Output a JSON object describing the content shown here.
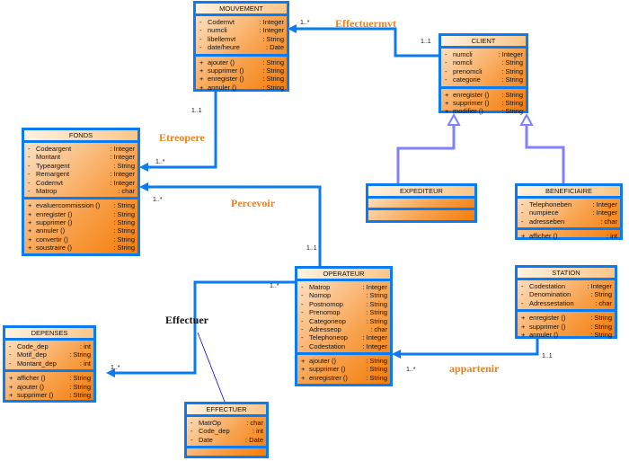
{
  "classes": {
    "mouvement": {
      "name": "MOUVEMENT",
      "attributes": [
        {
          "vis": "-",
          "name": "Codemvt",
          "type": ": Integer"
        },
        {
          "vis": "-",
          "name": "numcli",
          "type": ": Integer"
        },
        {
          "vis": "-",
          "name": "libellemvt",
          "type": ": String"
        },
        {
          "vis": "-",
          "name": "date/heure",
          "type": ": Date"
        }
      ],
      "operations": [
        {
          "vis": "+",
          "name": "ajouter ()",
          "type": ": String"
        },
        {
          "vis": "+",
          "name": "supprimer ()",
          "type": ": String"
        },
        {
          "vis": "+",
          "name": "enregister ()",
          "type": ": String"
        },
        {
          "vis": "+",
          "name": "annuler ()",
          "type": ": String"
        }
      ]
    },
    "client": {
      "name": "CLIENT",
      "attributes": [
        {
          "vis": "-",
          "name": "numcli",
          "type": ": Integer"
        },
        {
          "vis": "-",
          "name": "nomcli",
          "type": ": String"
        },
        {
          "vis": "-",
          "name": "prenomcli",
          "type": ": String"
        },
        {
          "vis": "-",
          "name": "categorie",
          "type": ": String"
        }
      ],
      "operations": [
        {
          "vis": "+",
          "name": "enregister ()",
          "type": ": String"
        },
        {
          "vis": "+",
          "name": "supprimer ()",
          "type": ": String"
        },
        {
          "vis": "+",
          "name": "modifier ()",
          "type": ": String"
        }
      ]
    },
    "fonds": {
      "name": "FONDS",
      "attributes": [
        {
          "vis": "-",
          "name": "Codeargent",
          "type": ": Integer"
        },
        {
          "vis": "-",
          "name": "Montant",
          "type": ": Integer"
        },
        {
          "vis": "-",
          "name": "Typeargent",
          "type": ": String"
        },
        {
          "vis": "-",
          "name": "Remargent",
          "type": ": Integer"
        },
        {
          "vis": "-",
          "name": "Codemvt",
          "type": ": Integer"
        },
        {
          "vis": "-",
          "name": "Matrop",
          "type": ": char"
        }
      ],
      "operations": [
        {
          "vis": "+",
          "name": "evaluercommission ()",
          "type": ": String"
        },
        {
          "vis": "+",
          "name": "enregister ()",
          "type": ": String"
        },
        {
          "vis": "+",
          "name": "supprimer ()",
          "type": ": String"
        },
        {
          "vis": "+",
          "name": "annuler ()",
          "type": ": String"
        },
        {
          "vis": "+",
          "name": "convertir ()",
          "type": ": String"
        },
        {
          "vis": "+",
          "name": "soustraire ()",
          "type": ": String"
        }
      ]
    },
    "expediteur": {
      "name": "EXPEDITEUR",
      "attributes": [],
      "operations": []
    },
    "beneficiaire": {
      "name": "BENEFICIAIRE",
      "attributes": [
        {
          "vis": "-",
          "name": "Telephoneben",
          "type": ": Integer"
        },
        {
          "vis": "-",
          "name": "numpiece",
          "type": ": Integer"
        },
        {
          "vis": "-",
          "name": "adresseben",
          "type": ": char"
        }
      ],
      "operations": [
        {
          "vis": "+",
          "name": "afficher ()",
          "type": ": int"
        }
      ]
    },
    "operateur": {
      "name": "OPERATEUR",
      "attributes": [
        {
          "vis": "-",
          "name": "Matrop",
          "type": ": Integer"
        },
        {
          "vis": "-",
          "name": "Nomop",
          "type": ": String"
        },
        {
          "vis": "-",
          "name": "Postnomop",
          "type": ": String"
        },
        {
          "vis": "-",
          "name": "Prenomop",
          "type": ": String"
        },
        {
          "vis": "-",
          "name": "Categorieop",
          "type": ": String"
        },
        {
          "vis": "-",
          "name": "Adresseop",
          "type": ": char"
        },
        {
          "vis": "-",
          "name": "Telephoneop",
          "type": ": Integer"
        },
        {
          "vis": "-",
          "name": "Codestation",
          "type": ": Integer"
        }
      ],
      "operations": [
        {
          "vis": "+",
          "name": "ajouter ()",
          "type": ": String"
        },
        {
          "vis": "+",
          "name": "supprimer ()",
          "type": ": String"
        },
        {
          "vis": "+",
          "name": "enregistrer ()",
          "type": ": String"
        }
      ]
    },
    "station": {
      "name": "STATION",
      "attributes": [
        {
          "vis": "-",
          "name": "Codestation",
          "type": ": Integer"
        },
        {
          "vis": "-",
          "name": "Denomination",
          "type": ": String"
        },
        {
          "vis": "-",
          "name": "Adressestation",
          "type": ": char"
        }
      ],
      "operations": [
        {
          "vis": "+",
          "name": "enregister ()",
          "type": ": String"
        },
        {
          "vis": "+",
          "name": "supprimer ()",
          "type": ": String"
        },
        {
          "vis": "+",
          "name": "annuler ()",
          "type": ": String"
        }
      ]
    },
    "depenses": {
      "name": "DEPENSES",
      "attributes": [
        {
          "vis": "-",
          "name": "Code_dep",
          "type": ": int"
        },
        {
          "vis": "-",
          "name": "Motif_dep",
          "type": ": String"
        },
        {
          "vis": "-",
          "name": "Montant_dep",
          "type": ": int"
        }
      ],
      "operations": [
        {
          "vis": "+",
          "name": "afficher ()",
          "type": ": String"
        },
        {
          "vis": "+",
          "name": "ajouter ()",
          "type": ": String"
        },
        {
          "vis": "+",
          "name": "supprimer ()",
          "type": ": String"
        }
      ]
    },
    "effectuer": {
      "name": "EFFECTUER",
      "attributes": [
        {
          "vis": "-",
          "name": "MatrOp",
          "type": ": char"
        },
        {
          "vis": "-",
          "name": "Code_dep",
          "type": ": int"
        },
        {
          "vis": "-",
          "name": "Date",
          "type": ": Date"
        }
      ],
      "operations": []
    }
  },
  "associations": {
    "effectuermvt": {
      "label": "Effectuermvt",
      "mult_a": "1..*",
      "mult_b": "1..1"
    },
    "etreopere": {
      "label": "Etreopere",
      "mult_a": "1..1",
      "mult_b": "1..*"
    },
    "percevoir": {
      "label": "Percevoir",
      "mult_a": "1..*",
      "mult_b": "1..1"
    },
    "effectuer": {
      "label": "Effectuer",
      "mult_a": "1..*",
      "mult_b": "1..*"
    },
    "appartenir": {
      "label": "appartenir",
      "mult_a": "1..*",
      "mult_b": "1..1"
    }
  },
  "colors": {
    "border": "#0a7bf0",
    "generalization": "#8080ff",
    "association_label": "#f08018",
    "association_class_link": "#0000cc"
  }
}
